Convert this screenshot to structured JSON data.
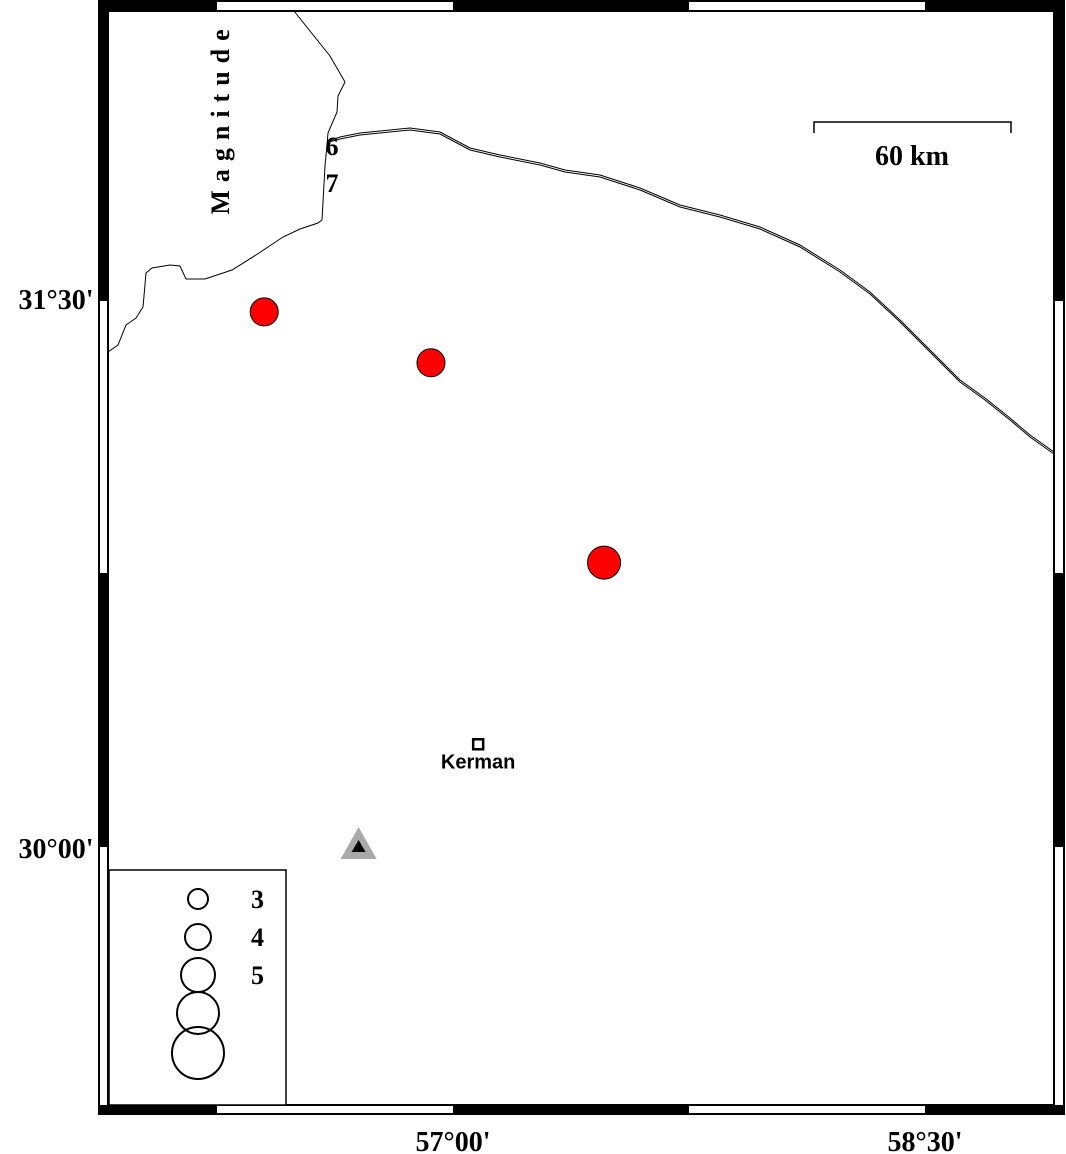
{
  "map": {
    "lat_labels": [
      "31°30'",
      "30°00'"
    ],
    "lon_labels": [
      "57°00'",
      "58°30'"
    ],
    "scale_bar": {
      "label": "60 km"
    },
    "city": {
      "name": "Kerman",
      "lon": 57.08,
      "lat": 30.28
    },
    "station": {
      "symbol": "triangle",
      "color": "#a9a9a9",
      "lon": 56.7,
      "lat": 30.0
    },
    "events": [
      {
        "lon": 56.4,
        "lat": 31.47,
        "magnitude": 4.0,
        "color": "#ff0000"
      },
      {
        "lon": 56.93,
        "lat": 31.33,
        "magnitude": 4.0,
        "color": "#ff0000"
      },
      {
        "lon": 57.48,
        "lat": 30.78,
        "magnitude": 5.0,
        "color": "#ff0000"
      }
    ],
    "legend": {
      "title": "Magnitude",
      "title_digits": [
        "6",
        "7"
      ],
      "items": [
        "3",
        "4",
        "5",
        "",
        ""
      ]
    },
    "boundary_color": "#000000"
  }
}
